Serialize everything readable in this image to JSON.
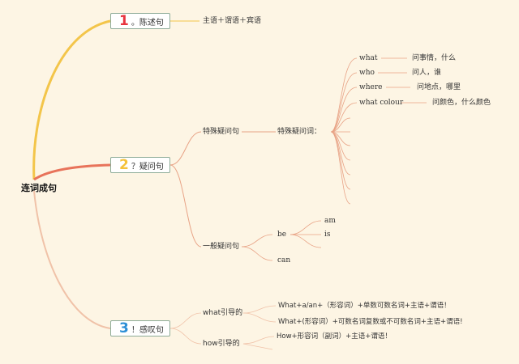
{
  "root": "连词成句",
  "branches": [
    {
      "number": "1",
      "label": "。陈述句",
      "color": "#e8353f"
    },
    {
      "number": "2",
      "label": "？疑问句",
      "color": "#f5c23a"
    },
    {
      "number": "3",
      "label": "！感叹句",
      "color": "#2d8fd6"
    }
  ],
  "statement": {
    "formula": "主语＋谓语＋宾语"
  },
  "question": {
    "special": {
      "label": "特殊疑问句",
      "sub": "特殊疑问词：",
      "words": [
        {
          "word": "what",
          "meaning": "问事情，什么"
        },
        {
          "word": "who",
          "meaning": "问人，谁"
        },
        {
          "word": "where",
          "meaning": "问地点，哪里"
        },
        {
          "word": "what colour",
          "meaning": "问颜色，什么颜色"
        }
      ]
    },
    "general": {
      "label": "一般疑问句",
      "be": "be",
      "be_items": [
        "am",
        "is"
      ],
      "can": "can"
    }
  },
  "exclamation": {
    "what": {
      "label": "what引导的",
      "rules": [
        "What+a/an+（形容词）+单数可数名词+主语+谓语！",
        "What+(形容词）+可数名词复数或不可数名词+主语+谓语!"
      ]
    },
    "how": {
      "label": "how引导的",
      "rules": [
        "How+形容词（副词）+主语+谓语！"
      ]
    }
  }
}
